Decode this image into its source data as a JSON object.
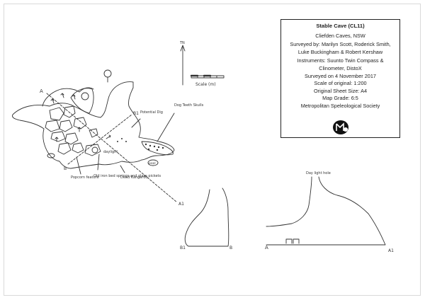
{
  "title_block": {
    "title": "Stable Cave (CL11)",
    "location": "Cliefden Caves, NSW",
    "surveyed_by_line1": "Surveyed by:  Marilyn Scott, Roderick Smith,",
    "surveyed_by_line2": "Luke Buckingham & Robert Kershaw",
    "instruments_line1": "Instruments:  Suunto Twin Compass &",
    "instruments_line2": "Clinometer, DistoX",
    "survey_date": "Surveyed on 4 November 2017",
    "scale_of_original": "Scale of original:  1:200",
    "sheet_size": "Original Sheet Size:  A4",
    "map_grade": "Map Grade:  6:5",
    "society": "Metropolitan Speleological Society"
  },
  "north_arrow": {
    "label": "TN"
  },
  "scale_bar": {
    "label": "Scale (m)"
  },
  "plan_labels": {
    "section_a": "A",
    "section_b": "B",
    "section_b1": "B1",
    "section_a1": "A1",
    "potential_dig": "Potential Dig",
    "dog_teeth_skulls": "Dog Teeth Skulls",
    "daylight": "daylight",
    "dead_kangaroo": "Dead Kangaroo",
    "old_iron": "Old iron bed springs and glass pickets",
    "popcorn_feature": "Popcorn feature",
    "pool": "pool"
  },
  "section_labels": {
    "b1": "B1",
    "b": "B",
    "a": "A",
    "a1": "A1",
    "daylight_hole": "Day light hole"
  },
  "colors": {
    "ink": "#333333",
    "border": "#d9d9d9"
  }
}
